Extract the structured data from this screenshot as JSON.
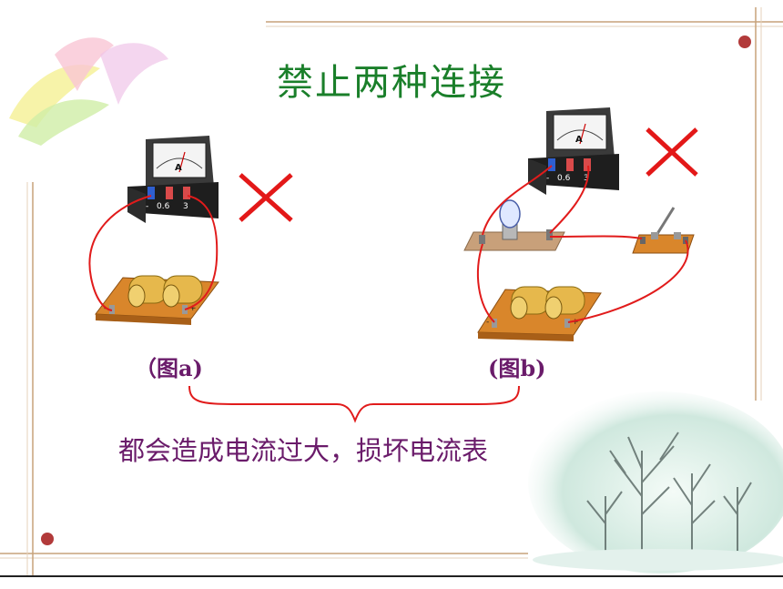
{
  "slide": {
    "title": "禁止两种连接",
    "caption_a": "（图a)",
    "caption_b": "(图b)",
    "summary": "都会造成电流过大，损坏电流表"
  },
  "ammeter": {
    "dial_letter": "A",
    "terminal_labels": [
      "-",
      "0.6",
      "3"
    ]
  },
  "battery": {
    "terminal_labels": [
      "-",
      "+"
    ]
  },
  "colors": {
    "title_green": "#1a7f2a",
    "text_purple": "#6a1b6a",
    "wire_red": "#e11b1b",
    "cross_red": "#e31818",
    "board_orange": "#d9862b",
    "frame_line": "#c7a27a",
    "dot_red": "#c0392b"
  }
}
